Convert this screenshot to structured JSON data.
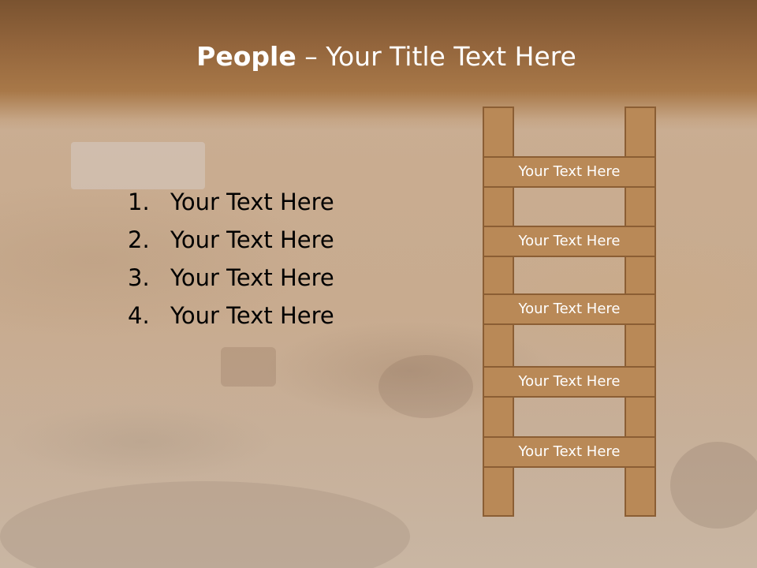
{
  "slide": {
    "title_bold": "People",
    "title_rest": " – Your Title Text Here"
  },
  "list": {
    "items": [
      {
        "number": "1.",
        "text": "Your Text Here"
      },
      {
        "number": "2.",
        "text": "Your Text Here"
      },
      {
        "number": "3.",
        "text": "Your Text Here"
      },
      {
        "number": "4.",
        "text": "Your Text Here"
      }
    ]
  },
  "ladder": {
    "rungs": [
      "Your Text Here",
      "Your Text Here",
      "Your Text Here",
      "Your Text Here",
      "Your Text Here"
    ]
  },
  "colors": {
    "header": "#93653c",
    "ladder_fill": "#b98957",
    "ladder_border": "#8b5e34"
  }
}
